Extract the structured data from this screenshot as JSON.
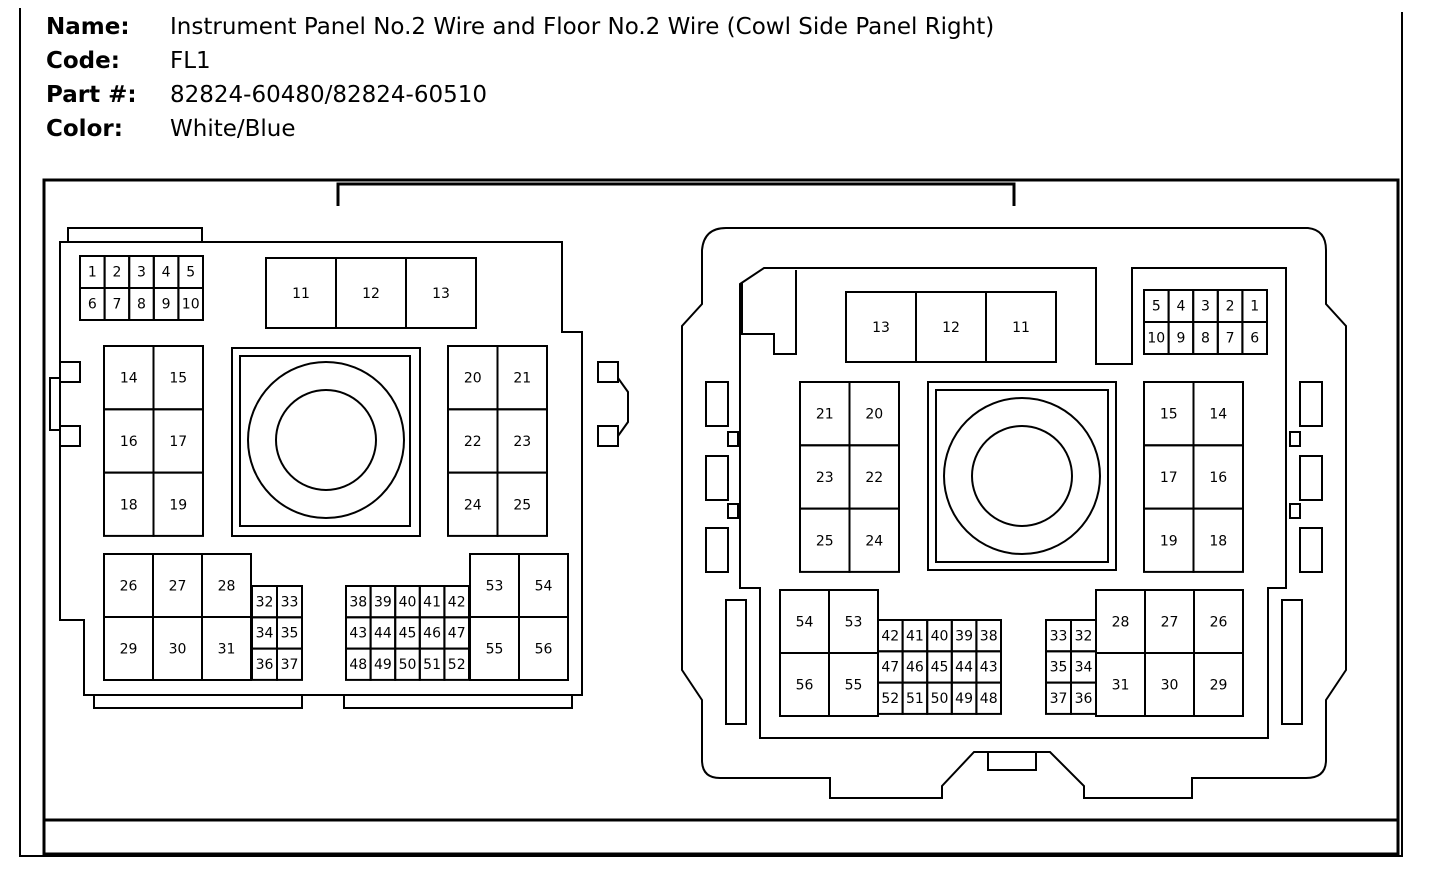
{
  "header": {
    "rows": [
      {
        "label": "Name:",
        "value": "Instrument Panel No.2 Wire and Floor No.2 Wire (Cowl Side Panel Right)"
      },
      {
        "label": "Code:",
        "value": "FL1"
      },
      {
        "label": "Part #:",
        "value": "82824-60480/82824-60510"
      },
      {
        "label": "Color:",
        "value": "White/Blue"
      }
    ]
  },
  "left_connector": {
    "small_top": [
      [
        "1",
        "2",
        "3",
        "4",
        "5"
      ],
      [
        "6",
        "7",
        "8",
        "9",
        "10"
      ]
    ],
    "top_large": [
      "11",
      "12",
      "13"
    ],
    "left_block": [
      [
        "14",
        "15"
      ],
      [
        "16",
        "17"
      ],
      [
        "18",
        "19"
      ]
    ],
    "right_block": [
      [
        "20",
        "21"
      ],
      [
        "22",
        "23"
      ],
      [
        "24",
        "25"
      ]
    ],
    "bottom_left_large": [
      [
        "26",
        "27",
        "28"
      ],
      [
        "29",
        "30",
        "31"
      ]
    ],
    "bottom_left_small": [
      [
        "32",
        "33"
      ],
      [
        "34",
        "35"
      ],
      [
        "36",
        "37"
      ]
    ],
    "bottom_mid_small": [
      [
        "38",
        "39",
        "40",
        "41",
        "42"
      ],
      [
        "43",
        "44",
        "45",
        "46",
        "47"
      ],
      [
        "48",
        "49",
        "50",
        "51",
        "52"
      ]
    ],
    "bottom_right_large": [
      [
        "53",
        "54"
      ],
      [
        "55",
        "56"
      ]
    ]
  },
  "right_connector": {
    "small_top": [
      [
        "5",
        "4",
        "3",
        "2",
        "1"
      ],
      [
        "10",
        "9",
        "8",
        "7",
        "6"
      ]
    ],
    "top_large": [
      "13",
      "12",
      "11"
    ],
    "left_block": [
      [
        "21",
        "20"
      ],
      [
        "23",
        "22"
      ],
      [
        "25",
        "24"
      ]
    ],
    "right_block": [
      [
        "15",
        "14"
      ],
      [
        "17",
        "16"
      ],
      [
        "19",
        "18"
      ]
    ],
    "bottom_left_large": [
      [
        "54",
        "53"
      ],
      [
        "56",
        "55"
      ]
    ],
    "bottom_mid_small": [
      [
        "42",
        "41",
        "40",
        "39",
        "38"
      ],
      [
        "47",
        "46",
        "45",
        "44",
        "43"
      ],
      [
        "52",
        "51",
        "50",
        "49",
        "48"
      ]
    ],
    "bottom_right_small": [
      [
        "33",
        "32"
      ],
      [
        "35",
        "34"
      ],
      [
        "37",
        "36"
      ]
    ],
    "bottom_right_large": [
      [
        "28",
        "27",
        "26"
      ],
      [
        "31",
        "30",
        "29"
      ]
    ]
  }
}
